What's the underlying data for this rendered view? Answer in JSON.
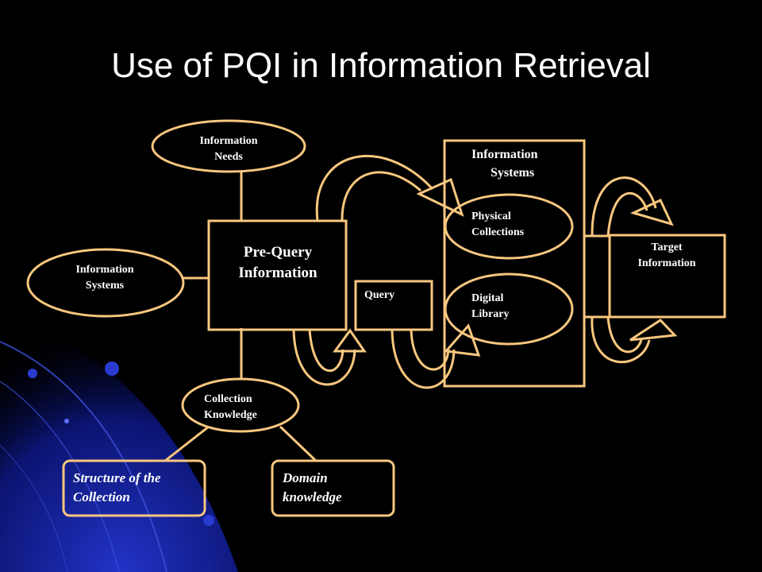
{
  "slide": {
    "title": "Use of PQI in Information Retrieval"
  },
  "nodes": {
    "information_needs": [
      "Information",
      "Needs"
    ],
    "information_systems_left": [
      "Information",
      "Systems"
    ],
    "pre_query_information": [
      "Pre-Query",
      "Information"
    ],
    "collection_knowledge": [
      "Collection",
      "Knowledge"
    ],
    "structure_of_collection": [
      "Structure of the",
      "Collection"
    ],
    "domain_knowledge": [
      "Domain",
      "knowledge"
    ],
    "query": "Query",
    "information_systems_container": [
      "Information",
      "Systems"
    ],
    "physical_collections": [
      "Physical",
      "Collections"
    ],
    "digital_library": [
      "Digital",
      "Library"
    ],
    "target_information": [
      "Target",
      "Information"
    ]
  },
  "colors": {
    "background": "#000000",
    "stroke": "#f9c77f",
    "text": "#ffffff",
    "accent_blue": "#1a2fa8"
  }
}
